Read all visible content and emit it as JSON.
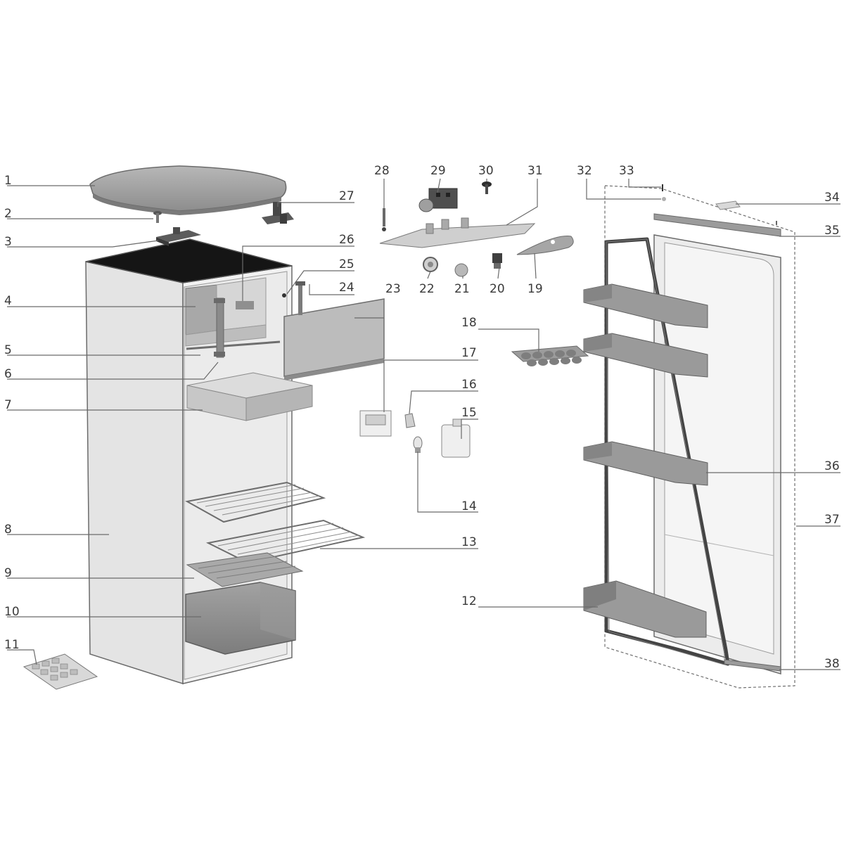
{
  "colors": {
    "background": "#ffffff",
    "part_light": "#e6e6e6",
    "part_mid": "#a9a9a9",
    "part_dark": "#6d6d6d",
    "top_black": "#151515",
    "leader": "#6a6a6a",
    "label": "#3a3a3a"
  },
  "diagram": {
    "callouts": [
      {
        "id": "c1",
        "text": "1"
      },
      {
        "id": "c2",
        "text": "2"
      },
      {
        "id": "c3",
        "text": "3"
      },
      {
        "id": "c4",
        "text": "4"
      },
      {
        "id": "c5",
        "text": "5"
      },
      {
        "id": "c6",
        "text": "6"
      },
      {
        "id": "c7",
        "text": "7"
      },
      {
        "id": "c8",
        "text": "8"
      },
      {
        "id": "c9",
        "text": "9"
      },
      {
        "id": "c10",
        "text": "10"
      },
      {
        "id": "c11",
        "text": "11"
      },
      {
        "id": "c12",
        "text": "12"
      },
      {
        "id": "c13",
        "text": "13"
      },
      {
        "id": "c14",
        "text": "14"
      },
      {
        "id": "c15",
        "text": "15"
      },
      {
        "id": "c16",
        "text": "16"
      },
      {
        "id": "c17",
        "text": "17"
      },
      {
        "id": "c18",
        "text": "18"
      },
      {
        "id": "c19",
        "text": "19"
      },
      {
        "id": "c20",
        "text": "20"
      },
      {
        "id": "c21",
        "text": "21"
      },
      {
        "id": "c22",
        "text": "22"
      },
      {
        "id": "c23",
        "text": "23"
      },
      {
        "id": "c24",
        "text": "24"
      },
      {
        "id": "c25",
        "text": "25"
      },
      {
        "id": "c26",
        "text": "26"
      },
      {
        "id": "c27",
        "text": "27"
      },
      {
        "id": "c28",
        "text": "28"
      },
      {
        "id": "c29",
        "text": "29"
      },
      {
        "id": "c30",
        "text": "30"
      },
      {
        "id": "c31",
        "text": "31"
      },
      {
        "id": "c32",
        "text": "32"
      },
      {
        "id": "c33",
        "text": "33"
      },
      {
        "id": "c34",
        "text": "34"
      },
      {
        "id": "c35",
        "text": "35"
      },
      {
        "id": "c36",
        "text": "36"
      },
      {
        "id": "c37",
        "text": "37"
      },
      {
        "id": "c38",
        "text": "38"
      }
    ]
  }
}
